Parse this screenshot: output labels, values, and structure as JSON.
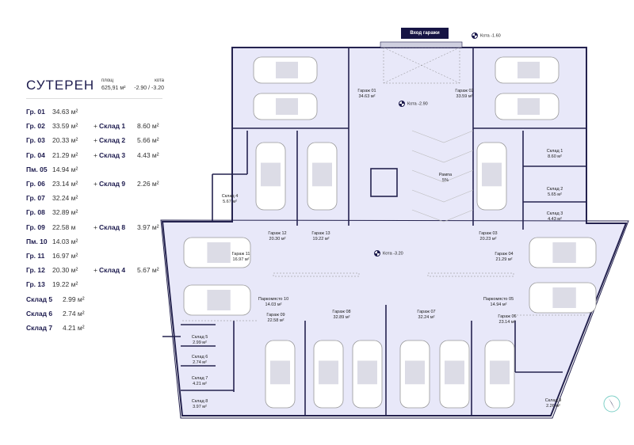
{
  "header": {
    "title": "СУТЕРЕН",
    "area_label": "площ",
    "area_value": "625,91 м²",
    "level_label": "кота",
    "level_value": "-2.90 / -3.20"
  },
  "legend": [
    {
      "name": "Гр. 01",
      "area": "34.63 м²"
    },
    {
      "name": "Гр. 02",
      "area": "33.59 м²",
      "plus": "+",
      "store": "Склад 1",
      "store_area": "8.60 м²"
    },
    {
      "name": "Гр. 03",
      "area": "20.33 м²",
      "plus": "+",
      "store": "Склад 2",
      "store_area": "5.66 м²"
    },
    {
      "name": "Гр. 04",
      "area": "21.29 м²",
      "plus": "+",
      "store": "Склад 3",
      "store_area": "4.43 м²"
    },
    {
      "name": "Пм. 05",
      "area": "14.94 м²"
    },
    {
      "name": "Гр. 06",
      "area": "23.14 м²",
      "plus": "+",
      "store": "Склад 9",
      "store_area": "2.26 м²"
    },
    {
      "name": "Гр. 07",
      "area": "32.24 м²"
    },
    {
      "name": "Гр. 08",
      "area": "32.89 м²"
    },
    {
      "name": "Гр. 09",
      "area": "22.58 м",
      "plus": "+",
      "store": "Склад 8",
      "store_area": "3.97 м²"
    },
    {
      "name": "Пм. 10",
      "area": "14.03 м²"
    },
    {
      "name": "Гр. 11",
      "area": "16.97 м²"
    },
    {
      "name": "Гр. 12",
      "area": "20.30 м²",
      "plus": "+",
      "store": "Склад 4",
      "store_area": "5.67 м²"
    },
    {
      "name": "Гр. 13",
      "area": "19.22 м²"
    },
    {
      "name": "Склад 5",
      "area": "2.99 м²"
    },
    {
      "name": "Склад 6",
      "area": "2.74 м²"
    },
    {
      "name": "Склад 7",
      "area": "4.21 м²"
    }
  ],
  "plan": {
    "entry": "Вход гаражи",
    "kota": [
      "Кота -1.60",
      "Кота -2.90",
      "Кота -3.20"
    ],
    "ramp": {
      "name": "Рампа",
      "slope": "5%"
    },
    "rooms": [
      {
        "name": "Гараж 01",
        "area": "34.63 м²"
      },
      {
        "name": "Гараж 02",
        "area": "33.59 м²"
      },
      {
        "name": "Склад 1",
        "area": "8.60 м²"
      },
      {
        "name": "Склад 2",
        "area": "5.65 м²"
      },
      {
        "name": "Склад 3",
        "area": "4.43 м²"
      },
      {
        "name": "Склад 4",
        "area": "5.67 м²"
      },
      {
        "name": "Гараж 12",
        "area": "20.30 м²"
      },
      {
        "name": "Гараж 13",
        "area": "19.22 м²"
      },
      {
        "name": "Гараж 03",
        "area": "20.23 м²"
      },
      {
        "name": "Гараж 11",
        "area": "16.97 м²"
      },
      {
        "name": "Гараж 04",
        "area": "21.29 м²"
      },
      {
        "name": "Паркомясто 10",
        "area": "14.03 м²"
      },
      {
        "name": "Паркомясто 05",
        "area": "14.94 м²"
      },
      {
        "name": "Гараж 09",
        "area": "22.58 м²"
      },
      {
        "name": "Гараж 08",
        "area": "32.89 м²"
      },
      {
        "name": "Гараж 07",
        "area": "32.24 м²"
      },
      {
        "name": "Гараж 06",
        "area": "23.14 м²"
      },
      {
        "name": "Склад 5",
        "area": "2.99 м²"
      },
      {
        "name": "Склад 6",
        "area": "2.74 м²"
      },
      {
        "name": "Склад 7",
        "area": "4.21 м²"
      },
      {
        "name": "Склад 8",
        "area": "3.97 м²"
      },
      {
        "name": "Склад 9",
        "area": "2.26 м²"
      }
    ]
  },
  "colors": {
    "floor": "#e8e8f9",
    "wall": "#24224f",
    "accent": "#161444"
  }
}
